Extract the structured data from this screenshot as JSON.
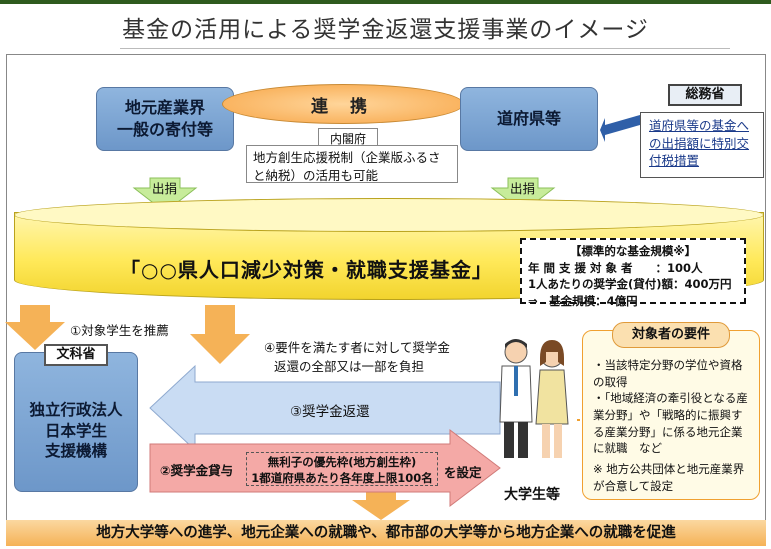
{
  "title": "基金の活用による奨学金返還支援事業のイメージ",
  "top": {
    "left_box": [
      "地元産業界",
      "一般の寄付等"
    ],
    "renkei": "連 携",
    "naikaku_tag": "内閣府",
    "naikaku_note": "地方創生応援税制（企業版ふるさと納税）の活用も可能",
    "right_box": "道府県等",
    "shutsuen_left": "出捐",
    "shutsuen_right": "出捐",
    "soumu_tag": "総務省",
    "soumu_note": "道府県等の基金への出捐額に特別交付税措置"
  },
  "fund": {
    "name": "「○○県人口減少対策・就職支援基金」",
    "scale_title": "【標準的な基金規模※】",
    "scale_line1": "年 間 支 援 対 象 者　　：100人",
    "scale_line2": "1人あたりの奨学金(貸付)額：400万円",
    "scale_line3": "⇒　基金規模：4億円"
  },
  "flows": {
    "step1": "①対象学生を推薦",
    "step4_line1": "④要件を満たす者に対して奨学金",
    "step4_line2": "返還の全部又は一部を負担",
    "step3": "③奨学金返還",
    "step2_left": "②奨学金貸与",
    "step2_inner1": "無利子の優先枠(地方創生枠)",
    "step2_inner2": "1都道府県あたり各年度上限100名",
    "step2_right": "を設定"
  },
  "monka": {
    "tag": "文科省",
    "org": [
      "独立行政法人",
      "日本学生",
      "支援機構"
    ]
  },
  "students": "大学生等",
  "requirements": {
    "title": "対象者の要件",
    "items": [
      "・当該特定分野の学位や資格の取得",
      "・「地域経済の牽引役となる産業分野」や「戦略的に振興する産業分野」に係る地元企業に就職　など"
    ],
    "note": "※ 地方公共団体と地元産業界が合意して設定"
  },
  "bottom": "地方大学等への進学、地元企業への就職や、都市部の大学等から地方企業への就職を促進",
  "colors": {
    "blue_box": "#7fa6d6",
    "fund_yellow": "#ffe95a",
    "orange_arrow": "#f5b257",
    "green_arrow": "#c7ec9a",
    "blue_arrow": "#c9dcf3",
    "pink_arrow": "#f4a9a6"
  }
}
